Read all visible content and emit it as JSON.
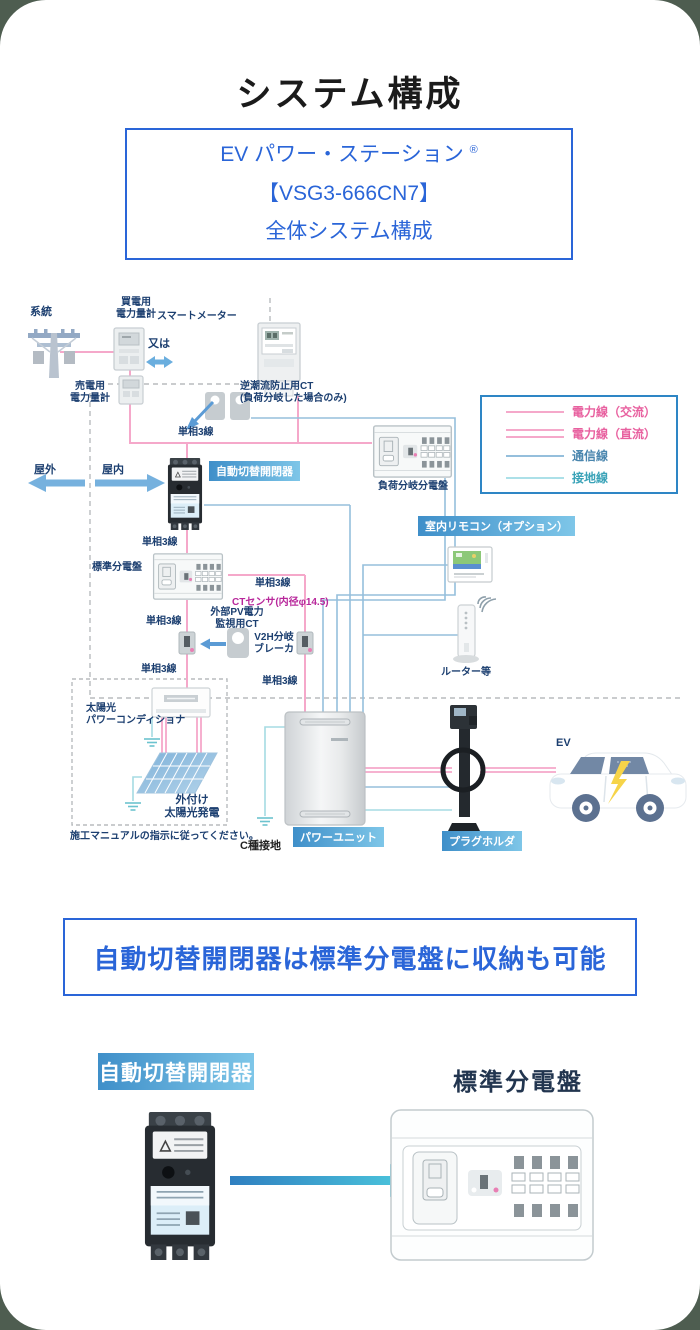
{
  "page": {
    "title": "システム構成",
    "intro": {
      "line1": "EV パワー・ステーション",
      "line1_sup": "®",
      "line2": "【VSG3-666CN7】",
      "line3": "全体システム構成"
    }
  },
  "legend": {
    "items": [
      {
        "label": "電力線（交流）",
        "type": "ac"
      },
      {
        "label": "電力線（直流）",
        "type": "dc"
      },
      {
        "label": "通信線",
        "type": "comm"
      },
      {
        "label": "接地線",
        "type": "ground"
      }
    ]
  },
  "diagram": {
    "grid": "系統",
    "buy_meter_l1": "買電用",
    "buy_meter_l2": "電力量計",
    "smart_meter": "スマートメーター",
    "or_label": "又は",
    "sell_meter_l1": "売電用",
    "sell_meter_l2": "電力量計",
    "reverse_ct_l1": "逆潮流防止用CT",
    "reverse_ct_l2": "(負荷分岐した場合のみ)",
    "s3w": "単相3線",
    "outdoor": "屋外",
    "indoor": "屋内",
    "auto_switch_badge": "自動切替開閉器",
    "load_branch_panel": "負荷分岐分電盤",
    "std_panel": "標準分電盤",
    "ct_sensor": "CTセンサ(内径φ14.5)",
    "ext_pv_l1": "外部PV電力",
    "ext_pv_l2": "監視用CT",
    "v2h_l1": "V2H分岐",
    "v2h_l2": "ブレーカ",
    "remote_badge": "室内リモコン（オプション）",
    "router": "ルーター等",
    "pv_cond_l1": "太陽光",
    "pv_cond_l2": "パワーコンディショナ",
    "ext_solar_l1": "外付け",
    "ext_solar_l2": "太陽光発電",
    "manual_note": "施工マニュアルの指示に従ってください。",
    "ground_c": "C種接地",
    "power_unit_badge": "パワーユニット",
    "plug_holder_badge": "プラグホルダ",
    "ev": "EV"
  },
  "banner": {
    "text": "自動切替開閉器は標準分電盤に収納も可能"
  },
  "bottom": {
    "auto_switch_badge": "自動切替開閉器",
    "std_panel_title": "標準分電盤"
  },
  "colors": {
    "accent_blue": "#2a65d8",
    "ac_line": "#f5a8ca",
    "ac_text": "#e8609f",
    "comm_line": "#95bfdc",
    "comm_text": "#4a86ae",
    "ground_line": "#ace0e8",
    "ground_text": "#3aa3b8",
    "badge_gradient_start": "#3f8fc9",
    "badge_gradient_end": "#7ec6e8",
    "label_navy": "#1c3f70",
    "ct_magenta": "#b8279b",
    "page_background": "#4e5d50"
  }
}
